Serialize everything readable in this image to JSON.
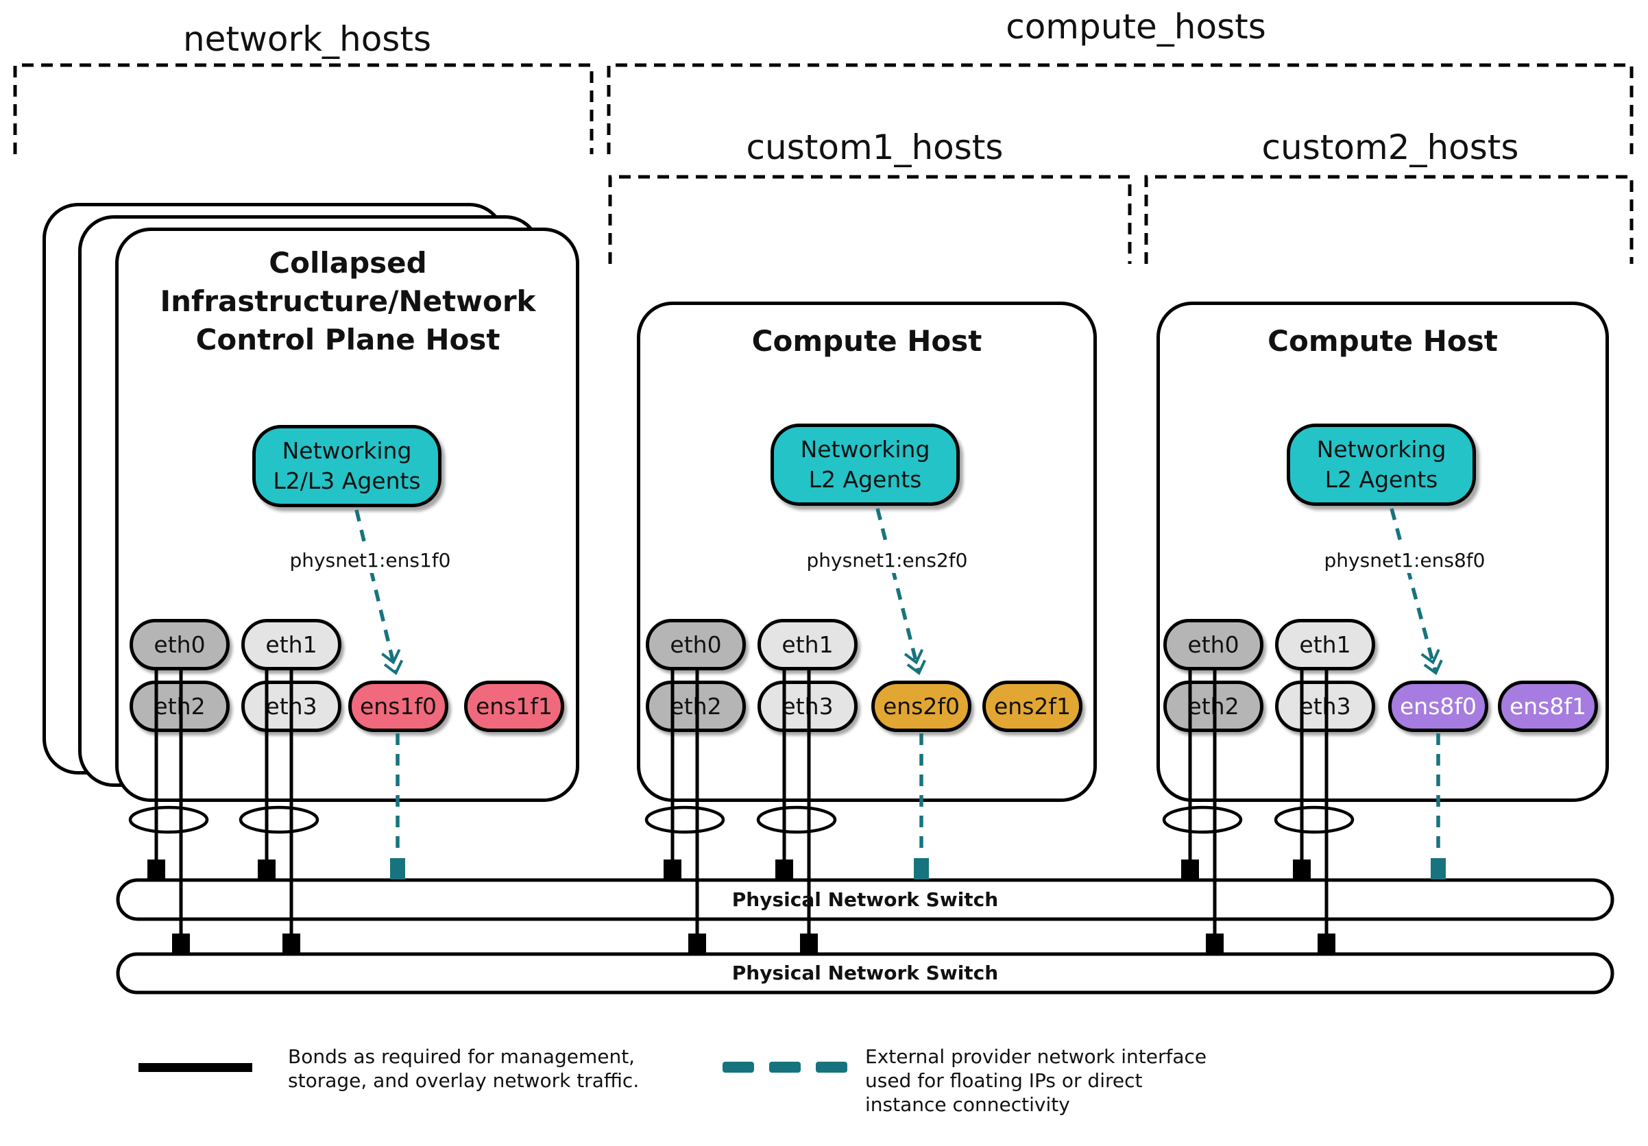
{
  "groups": {
    "network": "network_hosts",
    "compute": "compute_hosts",
    "custom1": "custom1_hosts",
    "custom2": "custom2_hosts"
  },
  "hosts": [
    {
      "title_lines": [
        "Collapsed",
        "Infrastructure/Network",
        "Control Plane Host"
      ],
      "agent_lines": [
        "Networking",
        "L2/L3 Agents"
      ],
      "physnet": "physnet1:ens1f0",
      "nics": [
        "eth0",
        "eth1",
        "eth2",
        "eth3",
        "ens1f0",
        "ens1f1"
      ]
    },
    {
      "title_lines": [
        "Compute Host"
      ],
      "agent_lines": [
        "Networking",
        "L2 Agents"
      ],
      "physnet": "physnet1:ens2f0",
      "nics": [
        "eth0",
        "eth1",
        "eth2",
        "eth3",
        "ens2f0",
        "ens2f1"
      ]
    },
    {
      "title_lines": [
        "Compute Host"
      ],
      "agent_lines": [
        "Networking",
        "L2 Agents"
      ],
      "physnet": "physnet1:ens8f0",
      "nics": [
        "eth0",
        "eth1",
        "eth2",
        "eth3",
        "ens8f0",
        "ens8f1"
      ]
    }
  ],
  "switches": [
    {
      "label": "Physical Network Switch"
    },
    {
      "label": "Physical Network Switch"
    }
  ],
  "legend": {
    "bond_lines": [
      "Bonds as required for management,",
      "storage, and overlay network traffic."
    ],
    "external_lines": [
      "External provider network interface",
      "used for floating IPs or direct",
      "instance connectivity"
    ]
  },
  "colors": {
    "teal": "#24c3c7",
    "teal_dark": "#17747e",
    "pink": "#f1697c",
    "gold": "#e2a633",
    "purple": "#a67ce0",
    "gray_dark": "#b5b5b5",
    "gray_light": "#e4e4e4"
  }
}
